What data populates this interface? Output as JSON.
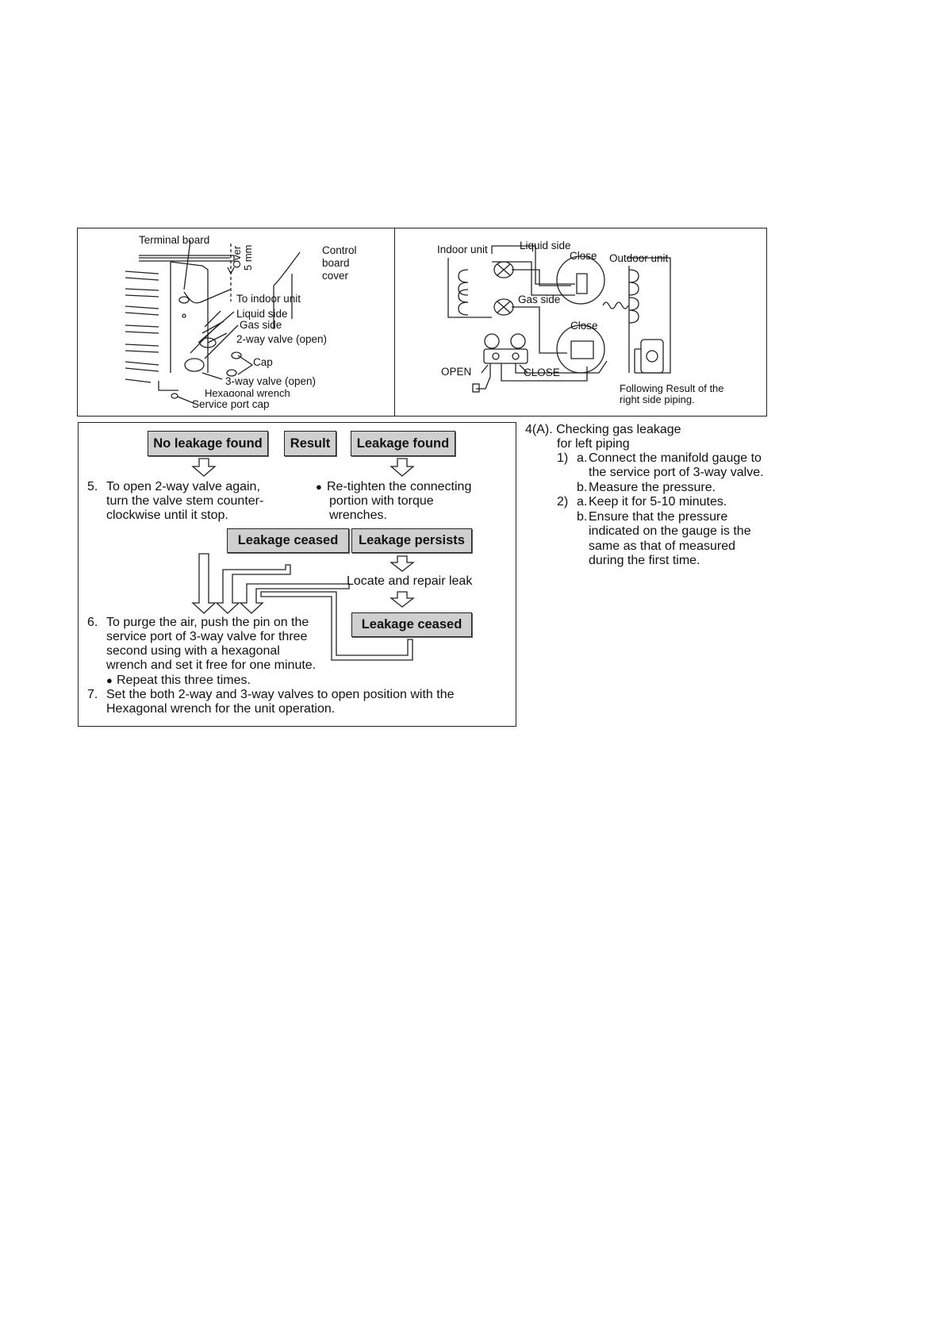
{
  "figure_left": {
    "terminal_board": "Terminal board",
    "control_board_cover_1": "Control",
    "control_board_cover_2": "board",
    "control_board_cover_3": "cover",
    "over_5mm_1": "Over",
    "over_5mm_2": "5 mm",
    "to_indoor_unit": "To indoor unit",
    "liquid_side": "Liquid side",
    "gas_side": "Gas side",
    "two_way_valve": "2-way valve (open)",
    "cap": "Cap",
    "three_way_valve": "3-way valve (open)",
    "hexagonal_wrench": "Hexagonal wrench",
    "service_port_cap": "Service port cap"
  },
  "figure_right": {
    "indoor_unit": "Indoor unit",
    "liquid_side": "Liquid side",
    "close_top": "Close",
    "outdoor_unit": "Outdoor unit",
    "gas_side": "Gas side",
    "close_bottom": "Close",
    "open": "OPEN",
    "close_label": "CLOSE",
    "caption_1": "Following Result of the",
    "caption_2": "right side piping."
  },
  "flow": {
    "no_leakage_found": "No leakage found",
    "result": "Result",
    "leakage_found": "Leakage found",
    "step5_1": "5.",
    "step5_line1": "To open 2-way valve again,",
    "step5_line2": "turn the valve stem counter-",
    "step5_line3": "clockwise until it stop.",
    "retighten_bullet": "●",
    "retighten_line1": "Re-tighten the connecting",
    "retighten_line2": "portion with torque",
    "retighten_line3": "wrenches.",
    "leakage_ceased": "Leakage ceased",
    "leakage_persists": "Leakage persists",
    "locate_repair": "Locate and repair leak",
    "leakage_ceased_2": "Leakage ceased",
    "step6_num": "6.",
    "step6_line1": "To purge the air, push the pin on the",
    "step6_line2": "service port of 3-way valve for three",
    "step6_line3": "second using with a hexagonal",
    "step6_line4": "wrench and set it free for one minute.",
    "step6_bullet": "●",
    "step6_repeat": "Repeat this three times.",
    "step7_num": "7.",
    "step7_line1": "Set the both 2-way and 3-way valves to open position with the",
    "step7_line2": "Hexagonal wrench for the unit operation."
  },
  "right_text": {
    "heading_1": "4(A). Checking gas leakage",
    "heading_2": "for left piping",
    "item1_num": "1)",
    "item1a_letter": "a.",
    "item1a_line1": "Connect the manifold gauge to",
    "item1a_line2": "the service port of 3-way valve.",
    "item1b_letter": "b.",
    "item1b_line1": "Measure the pressure.",
    "item2_num": "2)",
    "item2a_letter": "a.",
    "item2a_line1": "Keep it for 5-10 minutes.",
    "item2b_letter": "b.",
    "item2b_line1": "Ensure that the pressure",
    "item2b_line2": "indicated on the gauge is the",
    "item2b_line3": "same as that of measured",
    "item2b_line4": "during the first time."
  }
}
